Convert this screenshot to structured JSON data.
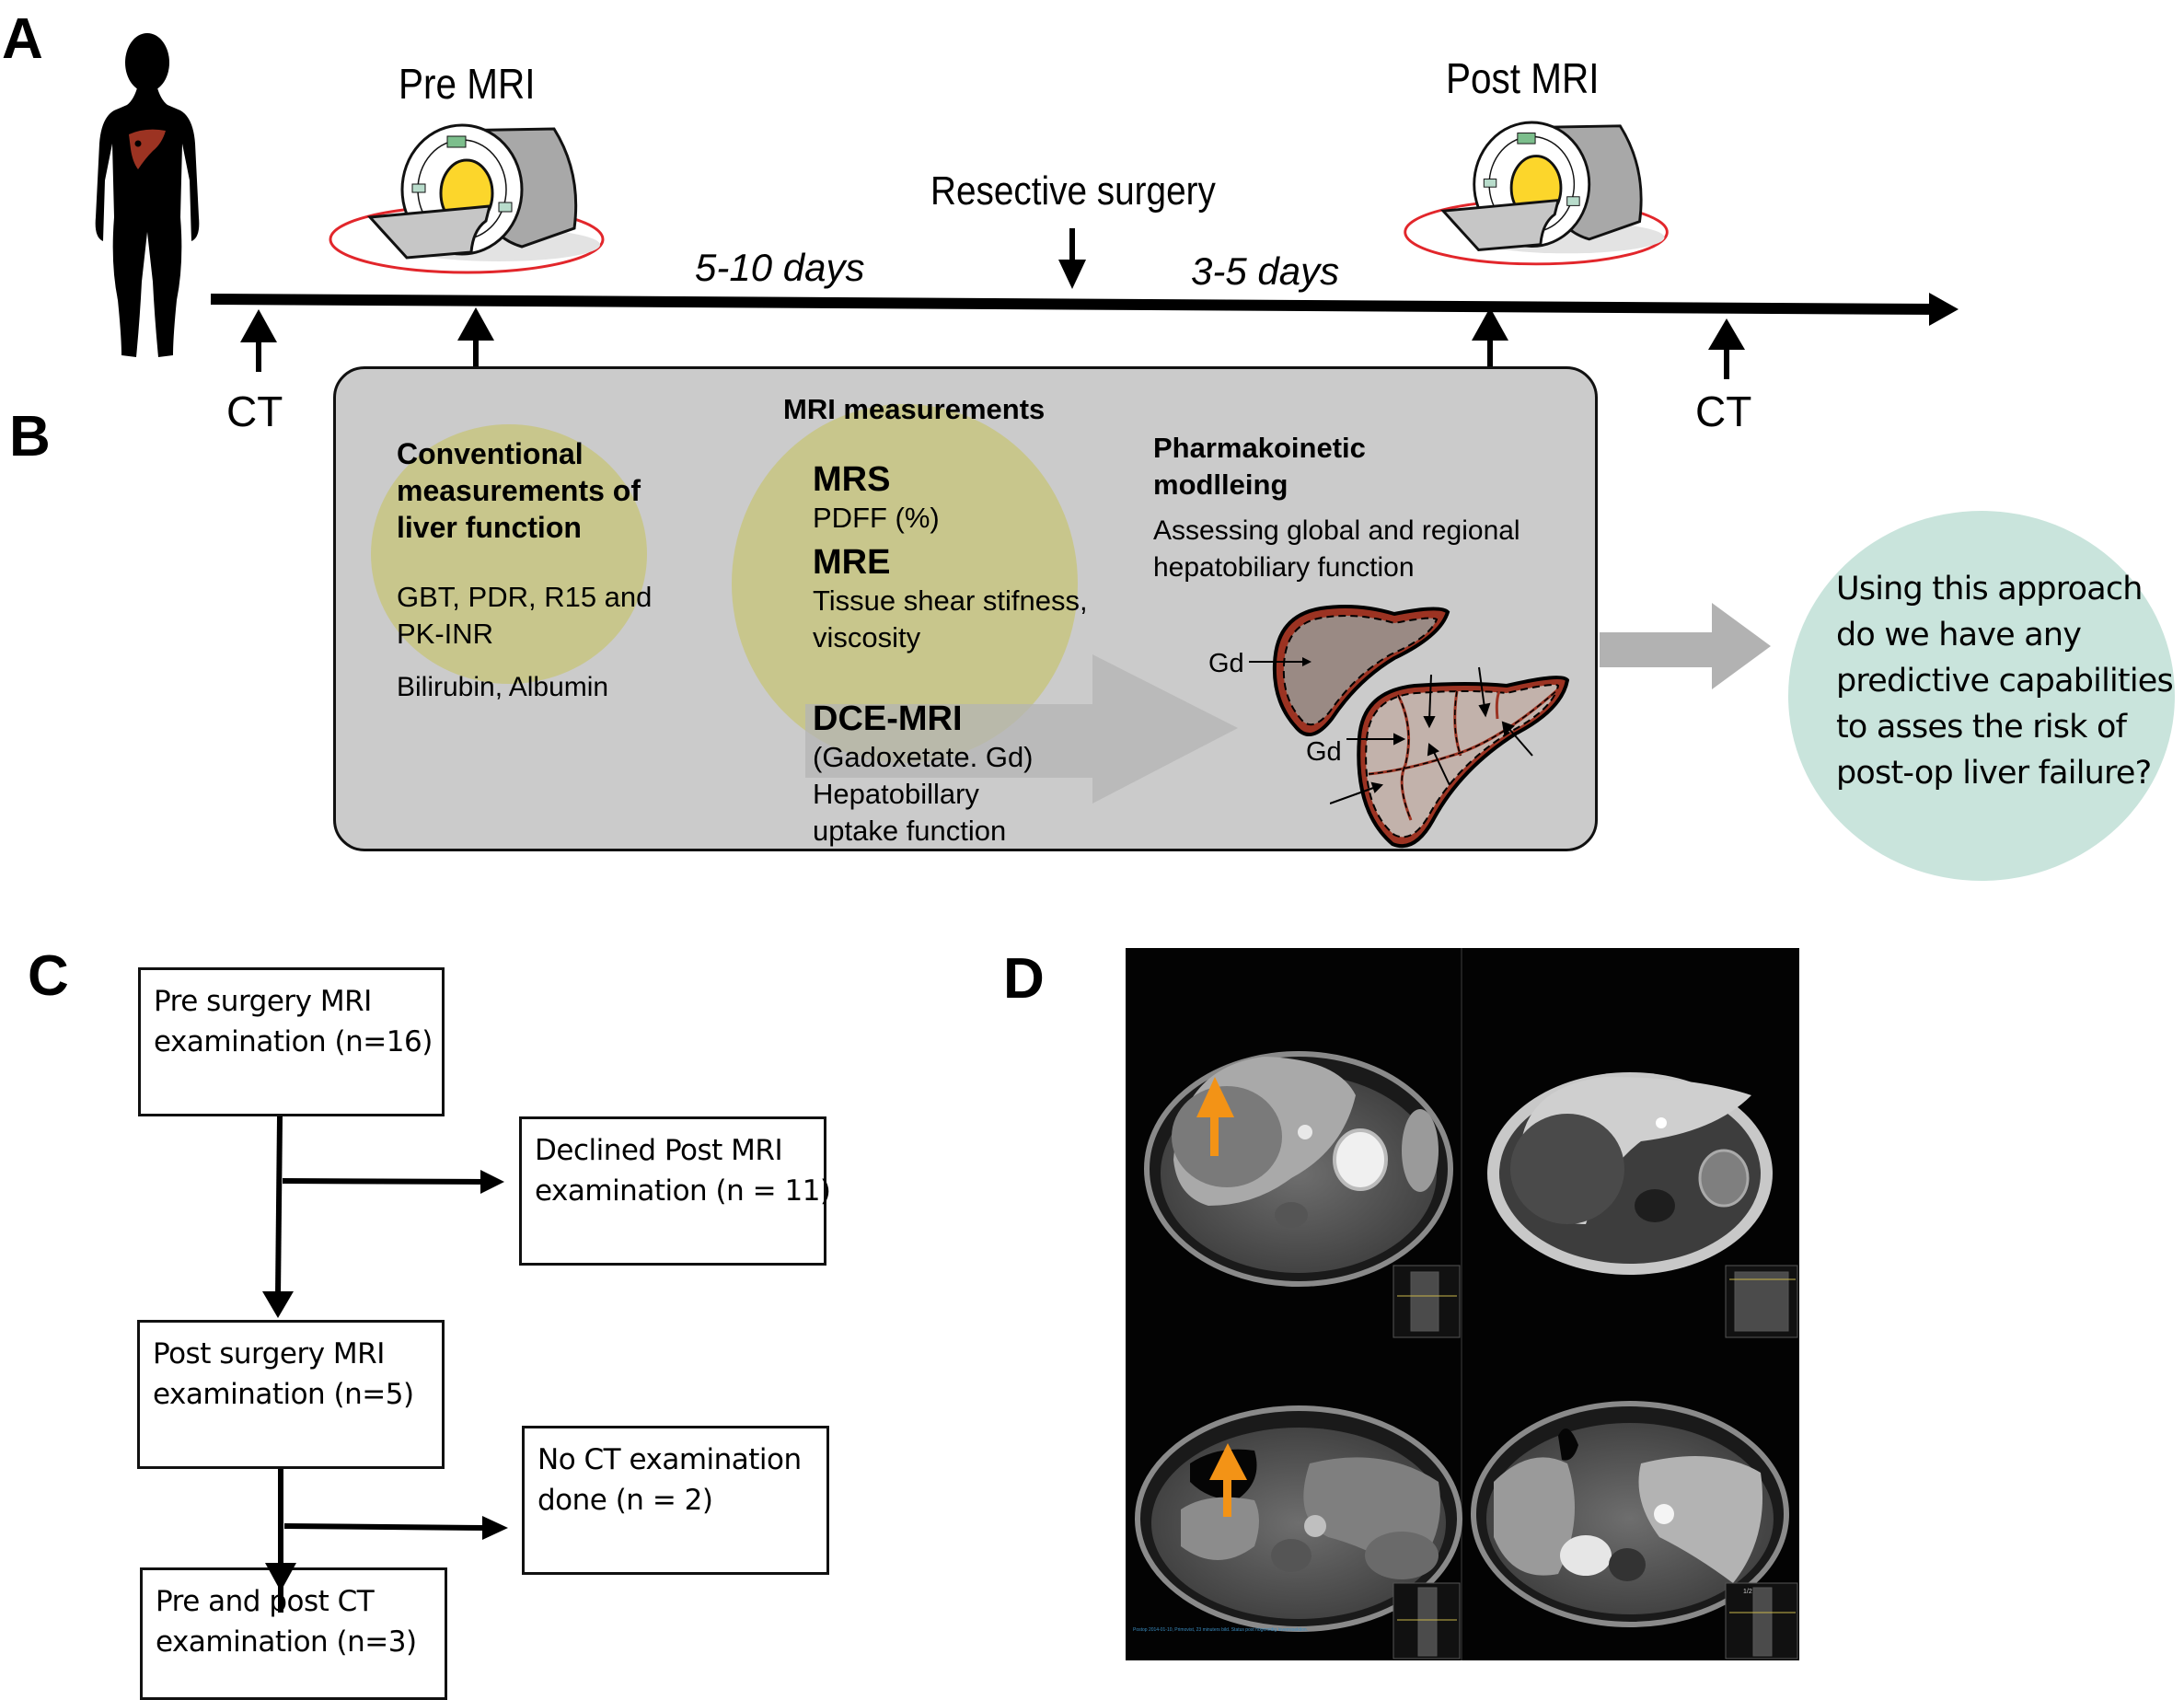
{
  "panels": {
    "a": "A",
    "b": "B",
    "c": "C",
    "d": "D"
  },
  "timeline": {
    "pre_mri_label": "Pre MRI",
    "post_mri_label": "Post MRI",
    "surgery_label": "Resective surgery",
    "interval_pre": "5-10 days",
    "interval_post": "3-5 days",
    "ct_pre_label": "CT",
    "ct_post_label": "CT"
  },
  "measurements_box": {
    "title": "MRI measurements",
    "conventional": {
      "heading_lines": [
        "Conventional",
        "measurements of",
        "liver function"
      ],
      "tests_lines": [
        "GBT, PDR, R15 and",
        "PK-INR"
      ],
      "extra": "Bilirubin, Albumin"
    },
    "mrs": {
      "heading": "MRS",
      "detail": "PDFF (%)"
    },
    "mre": {
      "heading": "MRE",
      "detail_lines": [
        "Tissue shear stifness,",
        "viscosity"
      ]
    },
    "dce": {
      "heading": "DCE-MRI",
      "detail_lines": [
        "(Gadoxetate. Gd)",
        "Hepatobillary",
        "uptake function"
      ]
    },
    "pk": {
      "heading_lines": [
        "Pharmakoinetic",
        "modlleing"
      ],
      "detail_lines": [
        "Assessing global and regional",
        "hepatobiliary function"
      ],
      "gd_label_1": "Gd",
      "gd_label_2": "Gd"
    }
  },
  "question": {
    "lines": [
      "Using this approach",
      "do we have any",
      "predictive capabilities",
      "to asses the risk of",
      "post-op liver failure?"
    ]
  },
  "flowchart": {
    "pre_surgery": [
      "Pre surgery MRI",
      "examination (n=16)"
    ],
    "declined": [
      "Declined Post MRI",
      "examination (n = 11)"
    ],
    "post_surgery": [
      "Post surgery MRI",
      "examination (n=5)"
    ],
    "no_ct": [
      "No CT examination",
      "done (n = 2)"
    ],
    "pre_post_ct": [
      "Pre and post CT",
      "examination (n=3)"
    ]
  },
  "mri_images": {
    "caption": "Postop 2014-01-10, Primovist, 23 minuters bild. Status post högersidig leverresektion.",
    "inset_label": "1/2"
  },
  "colors": {
    "liver_red": "#9c3322",
    "scanner_yellow": "#fcd62b",
    "scanner_gray": "#a8a8a8",
    "pad_green": "#7cbe8c",
    "pad_mint": "#b8dccb",
    "ring_red": "#e2262b",
    "box_gray": "#cbcbcb",
    "ellipse_olive": "#c8c68c",
    "question_teal": "#c9e4dc",
    "arrow_gray": "#b2b2b2",
    "marker_orange": "#f39316"
  }
}
